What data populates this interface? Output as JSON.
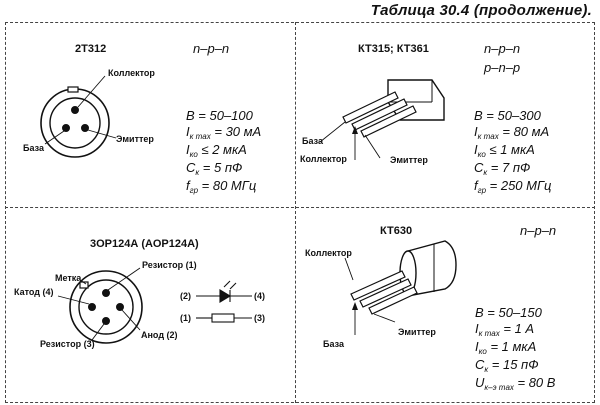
{
  "header": {
    "title": "Таблица 30.4 (продолжение)."
  },
  "cells": {
    "c1": {
      "name": "2Т312",
      "type": "n–p–n",
      "labels": {
        "collector": "Коллектор",
        "base": "База",
        "emitter": "Эмиттер"
      },
      "params": {
        "b": "B = 50–100",
        "ik": {
          "pre": "I",
          "sub": "к max",
          "post": " = 30 мА"
        },
        "iko": {
          "pre": "I",
          "sub": "ко",
          "post": " ≤ 2 мкА"
        },
        "ck": {
          "pre": "C",
          "sub": "к",
          "post": " = 5 пФ"
        },
        "fgr": {
          "pre": "f",
          "sub": "гр",
          "post": " = 80 МГц"
        }
      }
    },
    "c2": {
      "name": "КТ315; КТ361",
      "type1": "n–p–n",
      "type2": "p–n–p",
      "labels": {
        "base": "База",
        "collector": "Коллектор",
        "emitter": "Эмиттер"
      },
      "params": {
        "b": "B = 50–300",
        "ik": {
          "pre": "I",
          "sub": "к max",
          "post": " = 80 мА"
        },
        "iko": {
          "pre": "I",
          "sub": "ко",
          "post": " ≤ 1 мкА"
        },
        "ck": {
          "pre": "C",
          "sub": "к",
          "post": " = 7 пФ"
        },
        "fgr": {
          "pre": "f",
          "sub": "гр",
          "post": " = 250 МГц"
        }
      }
    },
    "c3": {
      "name": "3ОР124А (АОР124А)",
      "labels": {
        "mark": "Метка",
        "cathode": "Катод (4)",
        "resistor1": "Резистор (1)",
        "resistor3": "Резистор (3)",
        "anode": "Анод (2)",
        "p2": "(2)",
        "p4": "(4)",
        "p1": "(1)",
        "p3": "(3)"
      }
    },
    "c4": {
      "name": "КТ630",
      "type": "n–p–n",
      "labels": {
        "collector": "Коллектор",
        "base": "База",
        "emitter": "Эмиттер"
      },
      "params": {
        "b": "B = 50–150",
        "ik": {
          "pre": "I",
          "sub": "к max",
          "post": " = 1 А"
        },
        "iko": {
          "pre": "I",
          "sub": "ко",
          "post": " = 1 мкА"
        },
        "ck": {
          "pre": "C",
          "sub": "к",
          "post": " = 15 пФ"
        },
        "uke": {
          "pre": "U",
          "sub": "к–э max",
          "post": " = 80 В"
        }
      }
    }
  }
}
